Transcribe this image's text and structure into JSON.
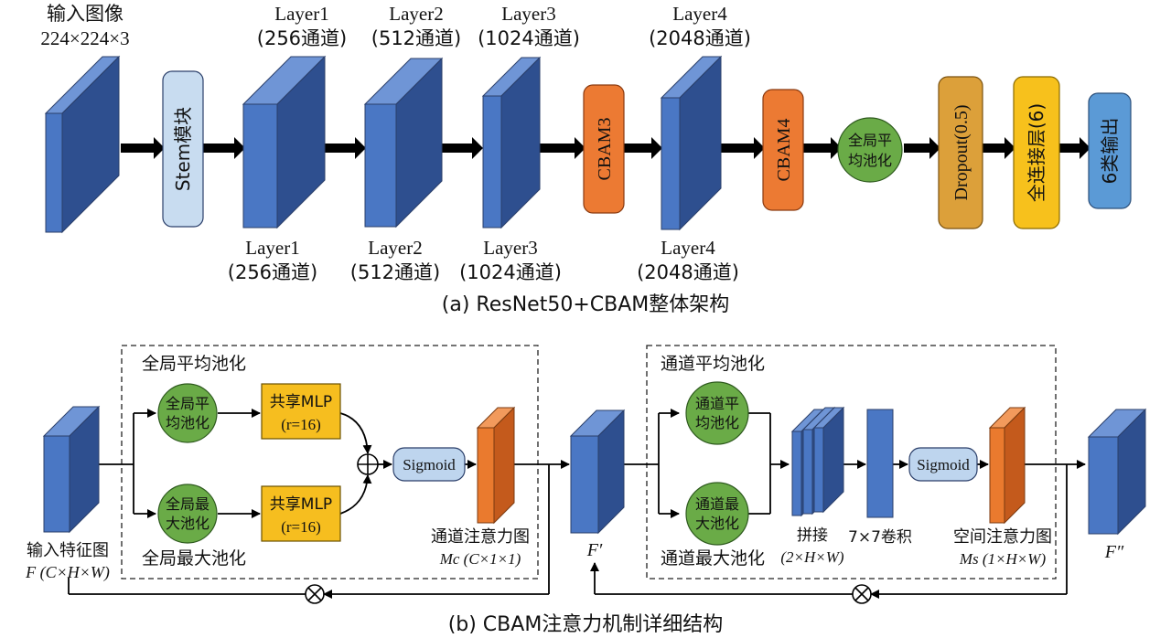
{
  "part_a": {
    "input": {
      "line1": "输入图像",
      "line2": "224×224×3"
    },
    "stem": "Stem模块",
    "layer1": {
      "name": "Layer1",
      "channels": "(256通道)"
    },
    "layer2": {
      "name": "Layer2",
      "channels": "(512通道)"
    },
    "layer3": {
      "name": "Layer3",
      "channels": "(1024通道)"
    },
    "layer4": {
      "name": "Layer4",
      "channels": "(2048通道)"
    },
    "cbam3": "CBAM3",
    "cbam4": "CBAM4",
    "gap": {
      "line1": "全局平",
      "line2": "均池化"
    },
    "dropout": "Dropout(0.5)",
    "fc": "全连接层(6)",
    "output": "6类输出",
    "caption": "(a) ResNet50+CBAM整体架构"
  },
  "part_b": {
    "channel_box_title": "全局平均池化",
    "global_max_label": "全局最大池化",
    "gap_circle": {
      "line1": "全局平",
      "line2": "均池化"
    },
    "gmp_circle": {
      "line1": "全局最",
      "line2": "大池化"
    },
    "mlp_top": {
      "line1": "共享MLP",
      "line2": "(r=16)"
    },
    "mlp_bottom": {
      "line1": "共享MLP",
      "line2": "(r=16)"
    },
    "sigmoid_1": "Sigmoid",
    "channel_attn": {
      "line1": "通道注意力图",
      "line2": "Mc (C×1×1)"
    },
    "input_feat": {
      "line1": "输入特征图",
      "line2": "F (C×H×W)"
    },
    "f_prime": "F′",
    "spatial_box_title": "通道平均池化",
    "channel_max_label": "通道最大池化",
    "cap_circle": {
      "line1": "通道平",
      "line2": "均池化"
    },
    "cmp_circle": {
      "line1": "通道最",
      "line2": "大池化"
    },
    "concat": {
      "line1": "拼接",
      "line2": "(2×H×W)"
    },
    "conv": "7×7卷积",
    "sigmoid_2": "Sigmoid",
    "spatial_attn": {
      "line1": "空间注意力图",
      "line2": "Ms (1×H×W)"
    },
    "f_double_prime": "F″",
    "caption": "(b) CBAM注意力机制详细结构"
  },
  "colors": {
    "block_front": "#4a77c4",
    "block_side": "#2e4f8f",
    "block_top": "#6f95d6",
    "stem": "#c8dcf0",
    "cbam": "#ec7a33",
    "gap": "#6aab47",
    "dropout": "#dca03a",
    "fc": "#f7c11c",
    "output": "#5b9ad6",
    "mlp": "#f6be1f",
    "sigmoid": "#bed5ee",
    "attn_map": "#ea7a2e"
  }
}
